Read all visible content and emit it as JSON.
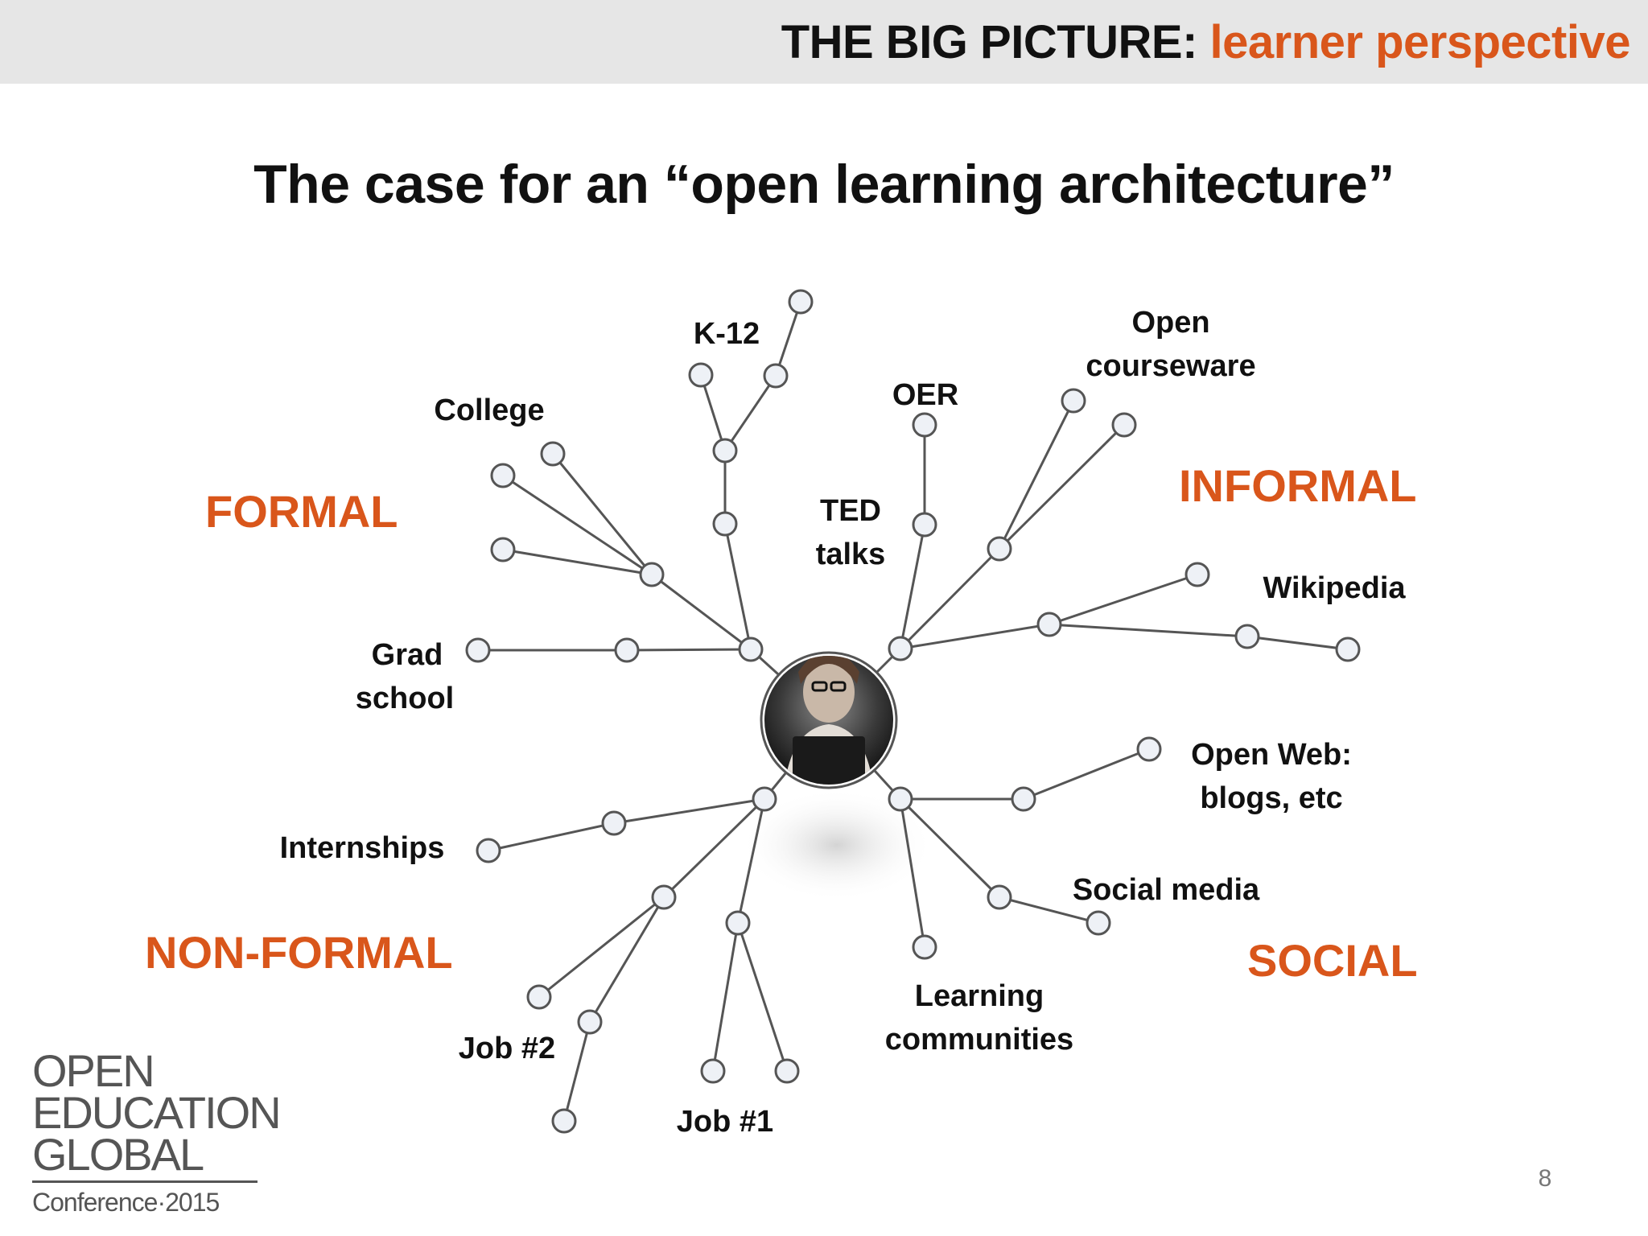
{
  "header": {
    "title_main": "THE BIG PICTURE: ",
    "title_accent": "learner perspective"
  },
  "slide_title": "The case for an “open learning architecture”",
  "categories": {
    "formal": "FORMAL",
    "informal": "INFORMAL",
    "non_formal": "NON-FORMAL",
    "social": "SOCIAL"
  },
  "labels": {
    "k12": "K-12",
    "college": "College",
    "grad_school_1": "Grad",
    "grad_school_2": "school",
    "oer": "OER",
    "open_courseware_1": "Open",
    "open_courseware_2": "courseware",
    "ted_1": "TED",
    "ted_2": "talks",
    "wikipedia": "Wikipedia",
    "internships": "Internships",
    "open_web_1": "Open Web:",
    "open_web_2": "blogs, etc",
    "social_media": "Social media",
    "learning_communities_1": "Learning",
    "learning_communities_2": "communities",
    "job2": "Job #2",
    "job1": "Job #1"
  },
  "logo": {
    "line1": "OPEN",
    "line2": "EDUCATION",
    "line3": "GLOBAL",
    "line4": "Conference·2015"
  },
  "page_number": "8",
  "colors": {
    "accent": "#d9561b",
    "header_band": "#e6e6e6",
    "node_fill": "#eef1f6",
    "edge": "#555555"
  }
}
